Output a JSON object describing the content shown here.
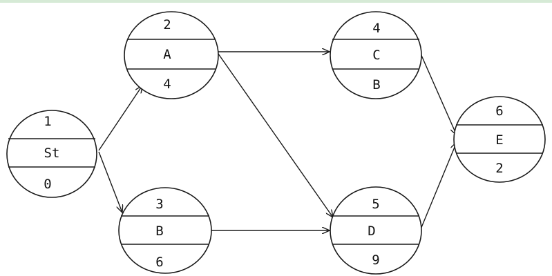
{
  "diagram": {
    "nodes": [
      {
        "id": "st",
        "top": "1",
        "mid": "St",
        "bottom": "0"
      },
      {
        "id": "a",
        "top": "2",
        "mid": "A",
        "bottom": "4"
      },
      {
        "id": "b",
        "top": "3",
        "mid": "B",
        "bottom": "6"
      },
      {
        "id": "c",
        "top": "4",
        "mid": "C",
        "bottom": "B"
      },
      {
        "id": "d",
        "top": "5",
        "mid": "D",
        "bottom": "9"
      },
      {
        "id": "e",
        "top": "6",
        "mid": "E",
        "bottom": "2"
      }
    ],
    "edges": [
      {
        "from": "st",
        "to": "a"
      },
      {
        "from": "st",
        "to": "b"
      },
      {
        "from": "a",
        "to": "c"
      },
      {
        "from": "a",
        "to": "d"
      },
      {
        "from": "b",
        "to": "d"
      },
      {
        "from": "c",
        "to": "e"
      },
      {
        "from": "d",
        "to": "e"
      }
    ]
  }
}
